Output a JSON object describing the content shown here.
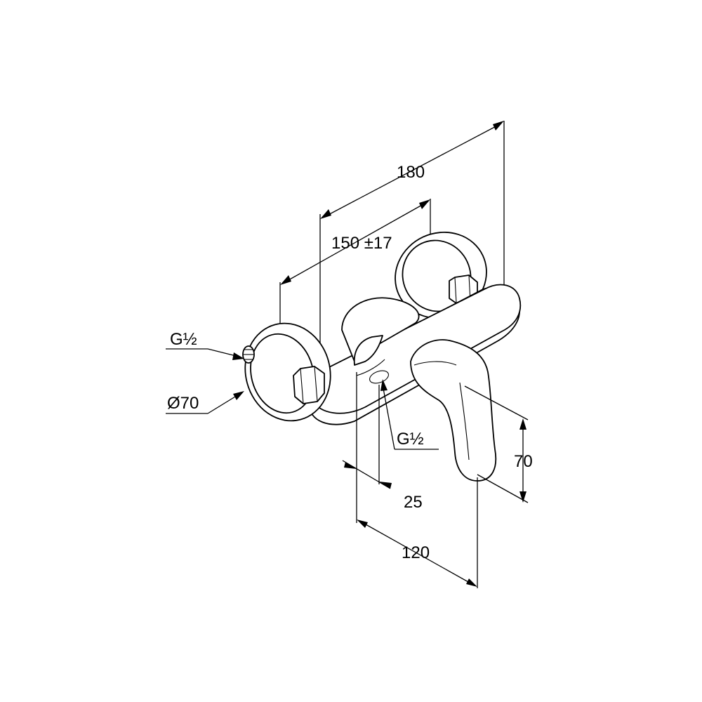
{
  "dimensions": {
    "overall_width": "180",
    "connection_distance": "150 ±17",
    "inlet_thread_label": "G½",
    "rosette_diameter": "Ø70",
    "outlet_thread_label": "G½",
    "lever_height": "70",
    "outlet_offset": "25",
    "projection": "120"
  },
  "colors": {
    "line": "#000000",
    "background": "#ffffff"
  }
}
